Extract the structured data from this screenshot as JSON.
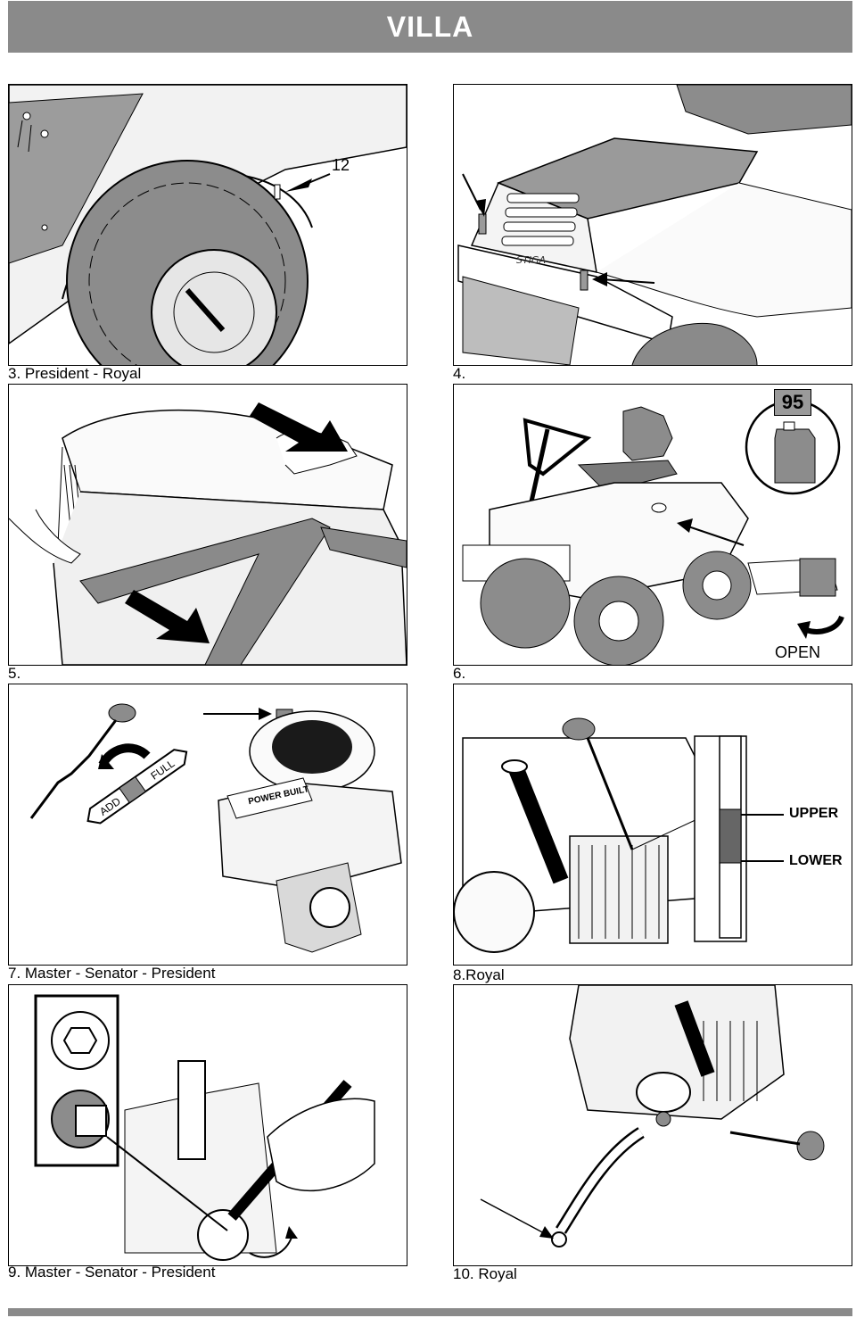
{
  "header": {
    "title": "VILLA"
  },
  "figures": [
    {
      "caption": "3. President - Royal",
      "callout": "12"
    },
    {
      "caption": "4."
    },
    {
      "caption": "5."
    },
    {
      "caption": "6.",
      "badge": "95",
      "label": "OPEN"
    },
    {
      "caption": "7. Master - Senator - President",
      "dipstick_labels": [
        "ADD",
        "FULL"
      ],
      "engine_label": "POWER BUILT"
    },
    {
      "caption": "8.Royal",
      "labels": [
        "UPPER",
        "LOWER"
      ]
    },
    {
      "caption": "9. Master - Senator - President"
    },
    {
      "caption": "10. Royal"
    }
  ],
  "brand": "STIGA"
}
